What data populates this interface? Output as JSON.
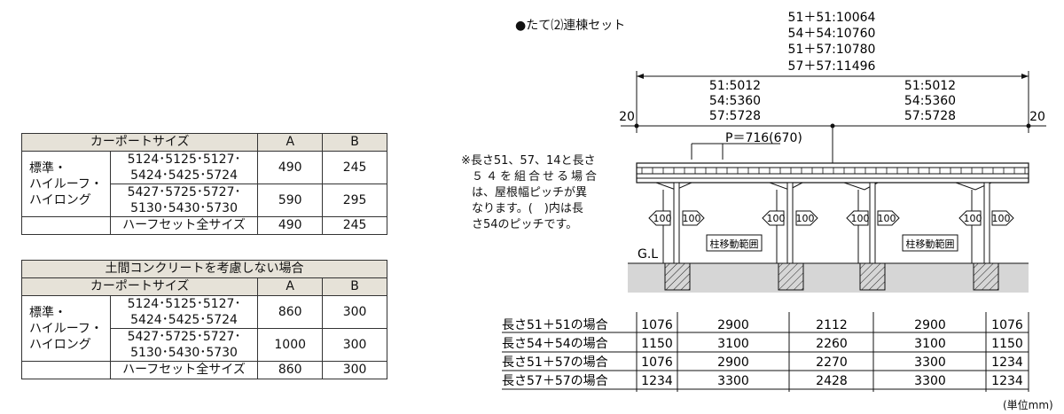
{
  "section_title": "●たて⑵連棟セット",
  "note": [
    "※長さ51、57、14と長さ",
    "５４を組合せる場合",
    "は、屋根幅ピッチが異",
    "なります。(　)内は長",
    "さ54のピッチです。"
  ],
  "unit_label": "(単位mm)",
  "table1": {
    "headers": [
      "カーポートサイズ",
      "A",
      "B"
    ],
    "group_label": [
      "標準・",
      "ハイルーフ・",
      "ハイロング"
    ],
    "rows": [
      {
        "size": [
          "5124･5125･5127･",
          "5424･5425･5724"
        ],
        "a": "490",
        "b": "245"
      },
      {
        "size": [
          "5427･5725･5727･",
          "5130･5430･5730"
        ],
        "a": "590",
        "b": "295"
      },
      {
        "size": [
          "ハーフセット全サイズ"
        ],
        "a": "490",
        "b": "245"
      }
    ]
  },
  "table2": {
    "caption": "土間コンクリートを考慮しない場合",
    "headers": [
      "カーポートサイズ",
      "A",
      "B"
    ],
    "group_label": [
      "標準・",
      "ハイルーフ・",
      "ハイロング"
    ],
    "rows": [
      {
        "size": [
          "5124･5125･5127･",
          "5424･5425･5724"
        ],
        "a": "860",
        "b": "300"
      },
      {
        "size": [
          "5427･5725･5727･",
          "5130･5430･5730"
        ],
        "a": "1000",
        "b": "300"
      },
      {
        "size": [
          "ハーフセット全サイズ"
        ],
        "a": "860",
        "b": "300"
      }
    ]
  },
  "diagram": {
    "total_widths": [
      "51＋51:10064",
      "54＋54:10760",
      "51＋57:10780",
      "57＋57:11496"
    ],
    "left_widths": [
      "51:5012",
      "54:5360",
      "57:5728"
    ],
    "right_widths": [
      "51:5012",
      "54:5360",
      "57:5728"
    ],
    "edge_left": "20",
    "edge_right": "20",
    "pitch": "P＝716(670)",
    "move_value": "100",
    "post_range": "柱移動範囲",
    "ground": "G.L",
    "rows": [
      {
        "label": "長さ51＋51の場合",
        "values": [
          "1076",
          "2900",
          "2112",
          "2900",
          "1076"
        ]
      },
      {
        "label": "長さ54＋54の場合",
        "values": [
          "1150",
          "3100",
          "2260",
          "3100",
          "1150"
        ]
      },
      {
        "label": "長さ51＋57の場合",
        "values": [
          "1076",
          "2900",
          "2270",
          "3300",
          "1234"
        ]
      },
      {
        "label": "長さ57＋57の場合",
        "values": [
          "1234",
          "3300",
          "2428",
          "3300",
          "1234"
        ]
      }
    ]
  }
}
